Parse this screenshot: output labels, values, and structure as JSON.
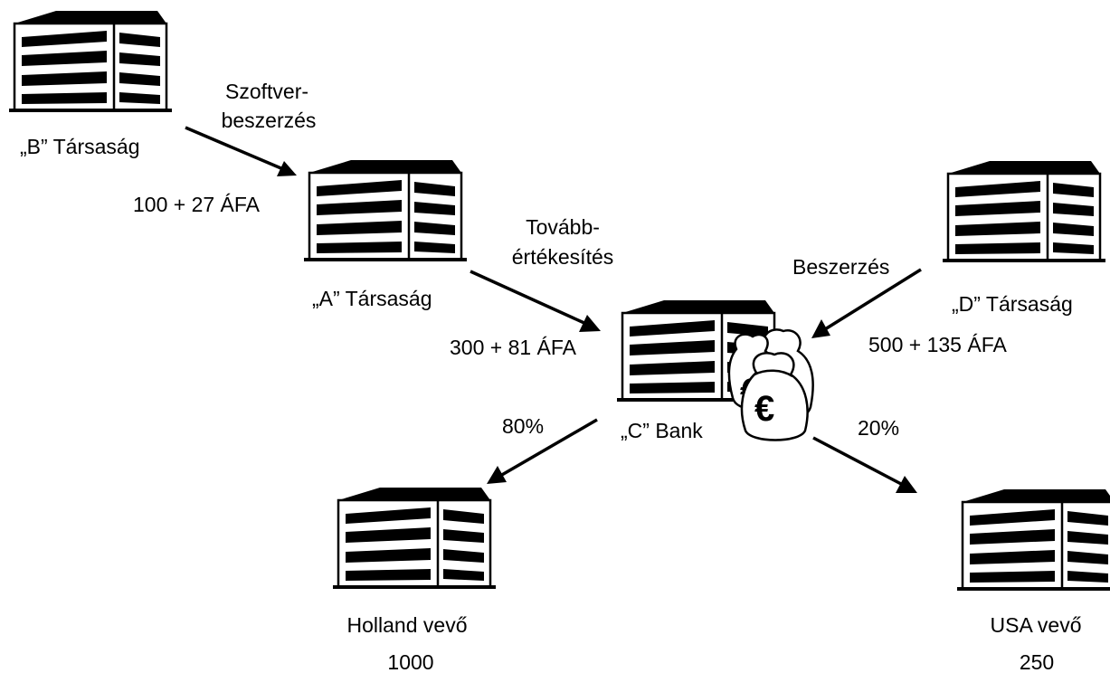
{
  "entities": {
    "b": {
      "label": "„B” Társaság"
    },
    "a": {
      "label": "„A” Társaság"
    },
    "c": {
      "label": "„C” Bank"
    },
    "d": {
      "label": "„D” Társaság"
    },
    "holland": {
      "label": "Holland vevő",
      "amount": "1000"
    },
    "usa": {
      "label": "USA vevő",
      "amount": "250"
    }
  },
  "flows": {
    "software_purchase": {
      "label_line1": "Szoftver-",
      "label_line2": "beszerzés",
      "amount": "100 + 27 ÁFA"
    },
    "resale": {
      "label_line1": "Tovább-",
      "label_line2": "értékesítés",
      "amount": "300 + 81 ÁFA"
    },
    "purchase": {
      "label": "Beszerzés",
      "amount": "500 + 135 ÁFA"
    },
    "to_holland": {
      "share": "80%"
    },
    "to_usa": {
      "share": "20%"
    }
  },
  "money_bag_symbol": "€",
  "icons": {
    "building": "office-building-icon",
    "money_bags": "money-bags-icon"
  }
}
